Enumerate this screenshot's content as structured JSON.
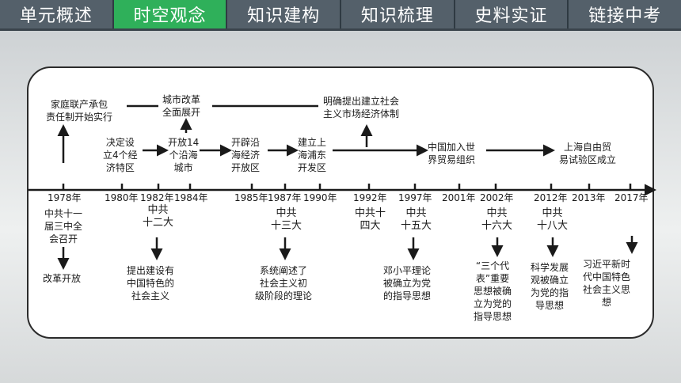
{
  "tabs": [
    {
      "label": "单元概述",
      "active": false
    },
    {
      "label": "时空观念",
      "active": true
    },
    {
      "label": "知识建构",
      "active": false
    },
    {
      "label": "知识梳理",
      "active": false
    },
    {
      "label": "史料实证",
      "active": false
    },
    {
      "label": "链接中考",
      "active": false
    }
  ],
  "colors": {
    "nav": "#54606a",
    "active_tab": "#2fb05a",
    "line": "#1a1a1a"
  },
  "timeline": {
    "years": [
      "1978年",
      "1980年",
      "1982年",
      "1984年",
      "1985年",
      "1987年",
      "1990年",
      "1992年",
      "1997年",
      "2001年",
      "2002年",
      "2012年",
      "2013年",
      "2017年"
    ],
    "upper_events": {
      "household_contract": "家庭联产承包\n责任制开始实行",
      "urban_reform": "城市改革\n全面展开",
      "market_economy": "明确提出建立社会\n主义市场经济体制",
      "four_zones": "决定设\n立4个经\n济特区",
      "coastal_cities": "开放14\n个沿海\n城市",
      "coastal_open_zones": "开辟沿\n海经济\n开放区",
      "pudong": "建立上\n海浦东\n开发区",
      "wto": "中国加入世\n界贸易组织",
      "ftz": "上海自由贸\n易试验区成立"
    },
    "congresses": {
      "third_plenum": "中共十一\n届三中全\n会召开",
      "c12": "中共\n十二大",
      "c13": "中共\n十三大",
      "c14": "中共十\n四大",
      "c15": "中共\n十五大",
      "c16": "中共\n十六大",
      "c18": "中共\n十八大"
    },
    "outcomes": {
      "reform_opening": "改革开放",
      "chinese_socialism": "提出建设有\n中国特色的\n社会主义",
      "primary_stage": "系统阐述了\n社会主义初\n级阶段的理论",
      "deng_theory": "邓小平理论\n被确立为党\n的指导思想",
      "three_represents": "“三个代\n表”重要\n思想被确\n立为党的\n指导思想",
      "scientific_dev": "科学发展\n观被确立\n为党的指\n导思想",
      "xi_thought": "习近平新时\n代中国特色\n社会主义思\n想"
    }
  }
}
